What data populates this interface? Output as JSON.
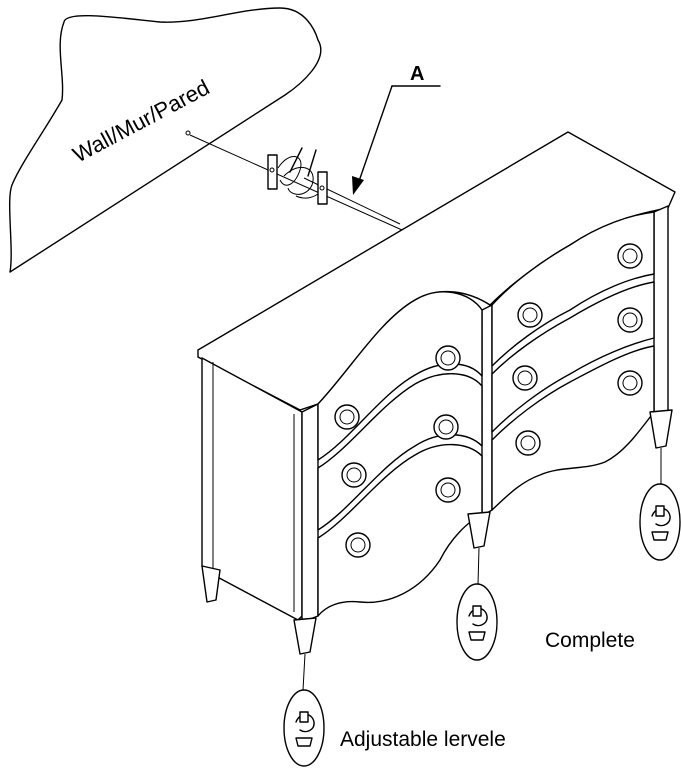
{
  "labels": {
    "wall": "Wall/Mur/Pared",
    "part_a": "A",
    "complete": "Complete",
    "adjustable": "Adjustable lervele"
  },
  "dresser": {
    "drawers": 6,
    "ring_pulls": 12,
    "legs": 4
  },
  "leveler_callouts": 3
}
